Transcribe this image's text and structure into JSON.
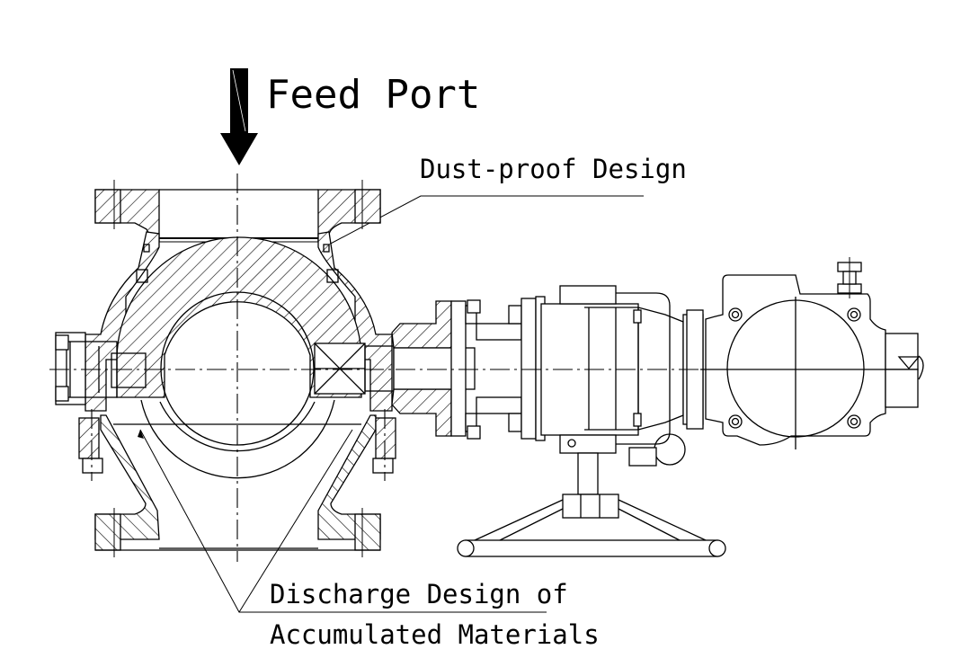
{
  "labels": {
    "feed_port": "Feed Port",
    "dust_proof": "Dust-proof Design",
    "discharge_line1": "Discharge Design of",
    "discharge_line2": "Accumulated Materials"
  },
  "icons": {
    "feed_arrow": "down-arrow-icon"
  },
  "colors": {
    "ink": "#000000",
    "paper": "#ffffff"
  }
}
